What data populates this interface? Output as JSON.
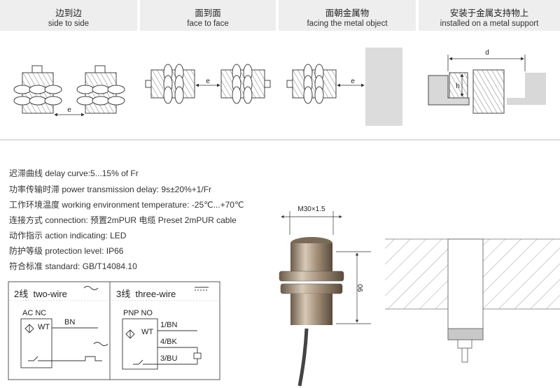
{
  "headers": [
    {
      "zh": "边到边",
      "en": "side to side"
    },
    {
      "zh": "面到面",
      "en": "face to face"
    },
    {
      "zh": "面朝金属物",
      "en": "facing the metal object"
    },
    {
      "zh": "安装于金属支持物上",
      "en": "installed on a metal support"
    }
  ],
  "dims": {
    "e": "e",
    "d": "d",
    "h": "h",
    "thread": "M30×1.5",
    "length": "90"
  },
  "specs": [
    {
      "zh": "迟滞曲线",
      "en": " delay curve:5...15% of Fr"
    },
    {
      "zh": "功率传输时滞",
      "en": " power transmission delay: 9s±20%+1/Fr"
    },
    {
      "zh": "工作环境温度",
      "en": " working environment temperature: -25℃...+70℃"
    },
    {
      "zh": "连接方式",
      "en": " connection:  预置2mPUR 电缆  Preset 2mPUR cable"
    },
    {
      "zh": "动作指示",
      "en": " action indicating: LED"
    },
    {
      "zh": "防护等级",
      "en": " protection level: IP66"
    },
    {
      "zh": "符合标准",
      "en": " standard: GB/T14084.10"
    }
  ],
  "wiring": {
    "two": {
      "title_zh": "2线",
      "title_en": "two-wire",
      "mode": "AC NC",
      "wt": "WT",
      "bn": "BN"
    },
    "three": {
      "title_zh": "3线",
      "title_en": "three-wire",
      "mode": "PNP NO",
      "wt": "WT",
      "w1": "1/BN",
      "w4": "4/BK",
      "w3": "3/BU"
    }
  }
}
